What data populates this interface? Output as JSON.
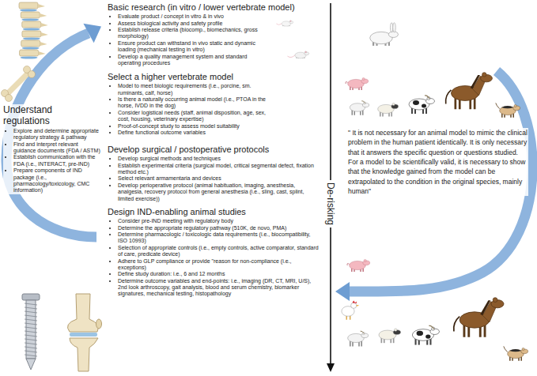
{
  "diagram": {
    "nodes": [
      {
        "text": [
          "Understand regulations",
          "Explore and determine appropriate regulatory strategy & pathway",
          "Find and interpret relevant guidance documents (FDA / ASTM)",
          "Establish communication with the FDA (i.e., INTERACT, pre-IND)",
          "Prepare components of IND package (i.e., pharmacology/toxicology, CMC information)"
        ]
      },
      {
        "text": [
          "Basic research (in vitro / lower vertebrate model)",
          "Evaluate product / concept in vitro & in vivo",
          "Assess biological activity and safety profile",
          "Establish release criteria (biocomp., biomechanics, gross morphology)",
          "Ensure product can withstand in vivo static and dynamic loading (mechanical testing in vitro)",
          "Develop a quality management system and standard operating procedures"
        ]
      },
      {
        "text": [
          "Select a higher vertebrate model",
          "Model to meet biologic requirements (i.e., porcine, sm. ruminants, calf, horse)",
          "Is there a naturally occurring animal model (i.e., PTOA in the horse, IVDD in the dog)",
          "Consider logistical needs (staff, animal disposition, age, sex, cost, housing, veterinary expertise)",
          "Proof-of-concept study to assess model suitability",
          "Define functional outcome variables"
        ]
      },
      {
        "text": [
          "Develop surgical / postoperative protocols",
          "Develop surgical methods and techniques",
          "Establish experimental criteria (surgical model, critical segmental defect, fixation method etc.)",
          "Select relevant armamentaria and devices",
          "Develop perioperative protocol (animal habituation, imaging, anesthesia, analgesia, recovery protocol from general anesthesia (i.e., sling, cast, splint, limited exercise))"
        ]
      },
      {
        "text": [
          "Design IND-enabling animal studies",
          "Consider pre-IND meeting with regulatory body",
          "Determine the appropriate regulatory pathway (510K, de novo, PMA)",
          "Determine pharmacologic / toxicologic data requirements (i.e., biocompatibility, ISO 10993)",
          "Selection of appropriate controls (i.e., empty controls, active comparator, standard of care, predicate device)",
          "Adhere to GLP compliance or provide \"reason for non-compliance (i.e., exceptions)",
          "Define study duration: i.e., 6 and 12 months",
          "Determine outcome variables and end-points: i.e., imaging (DR, CT, MRI, U/S), 2nd look arthroscopy, gait analysis, blood and serum chemistry, biomarker signatures, mechanical testing, histopathology"
        ]
      }
    ],
    "labels": [
      "De-risking",
      "\" It is not necessary for an animal model to mimic the clinical problem in the human patient identically. It is only necessary that it answers the specific question or questions studied. For a model to be scientifically valid, it is necessary to show that the knowledge gained from the model can be extrapolated to the condition in the original species, mainly human\""
    ]
  }
}
